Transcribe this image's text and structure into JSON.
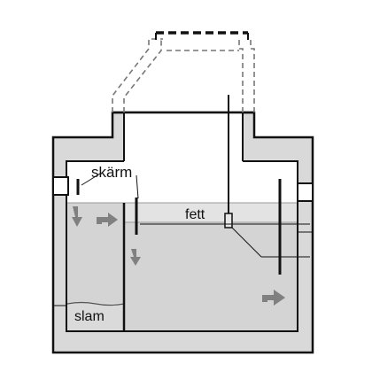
{
  "labels": {
    "screen": "skärm",
    "grease": "fett",
    "sludge": "slam"
  },
  "colors": {
    "wall": "#d9d9d9",
    "liquid": "#d4d4d4",
    "grease_layer": "#e3e3e3",
    "sludge": "#dadada",
    "flow_arrow": "#808080",
    "outline": "#111111",
    "background": "#ffffff"
  },
  "icons": {
    "flow": "curved-flow-arrow"
  }
}
